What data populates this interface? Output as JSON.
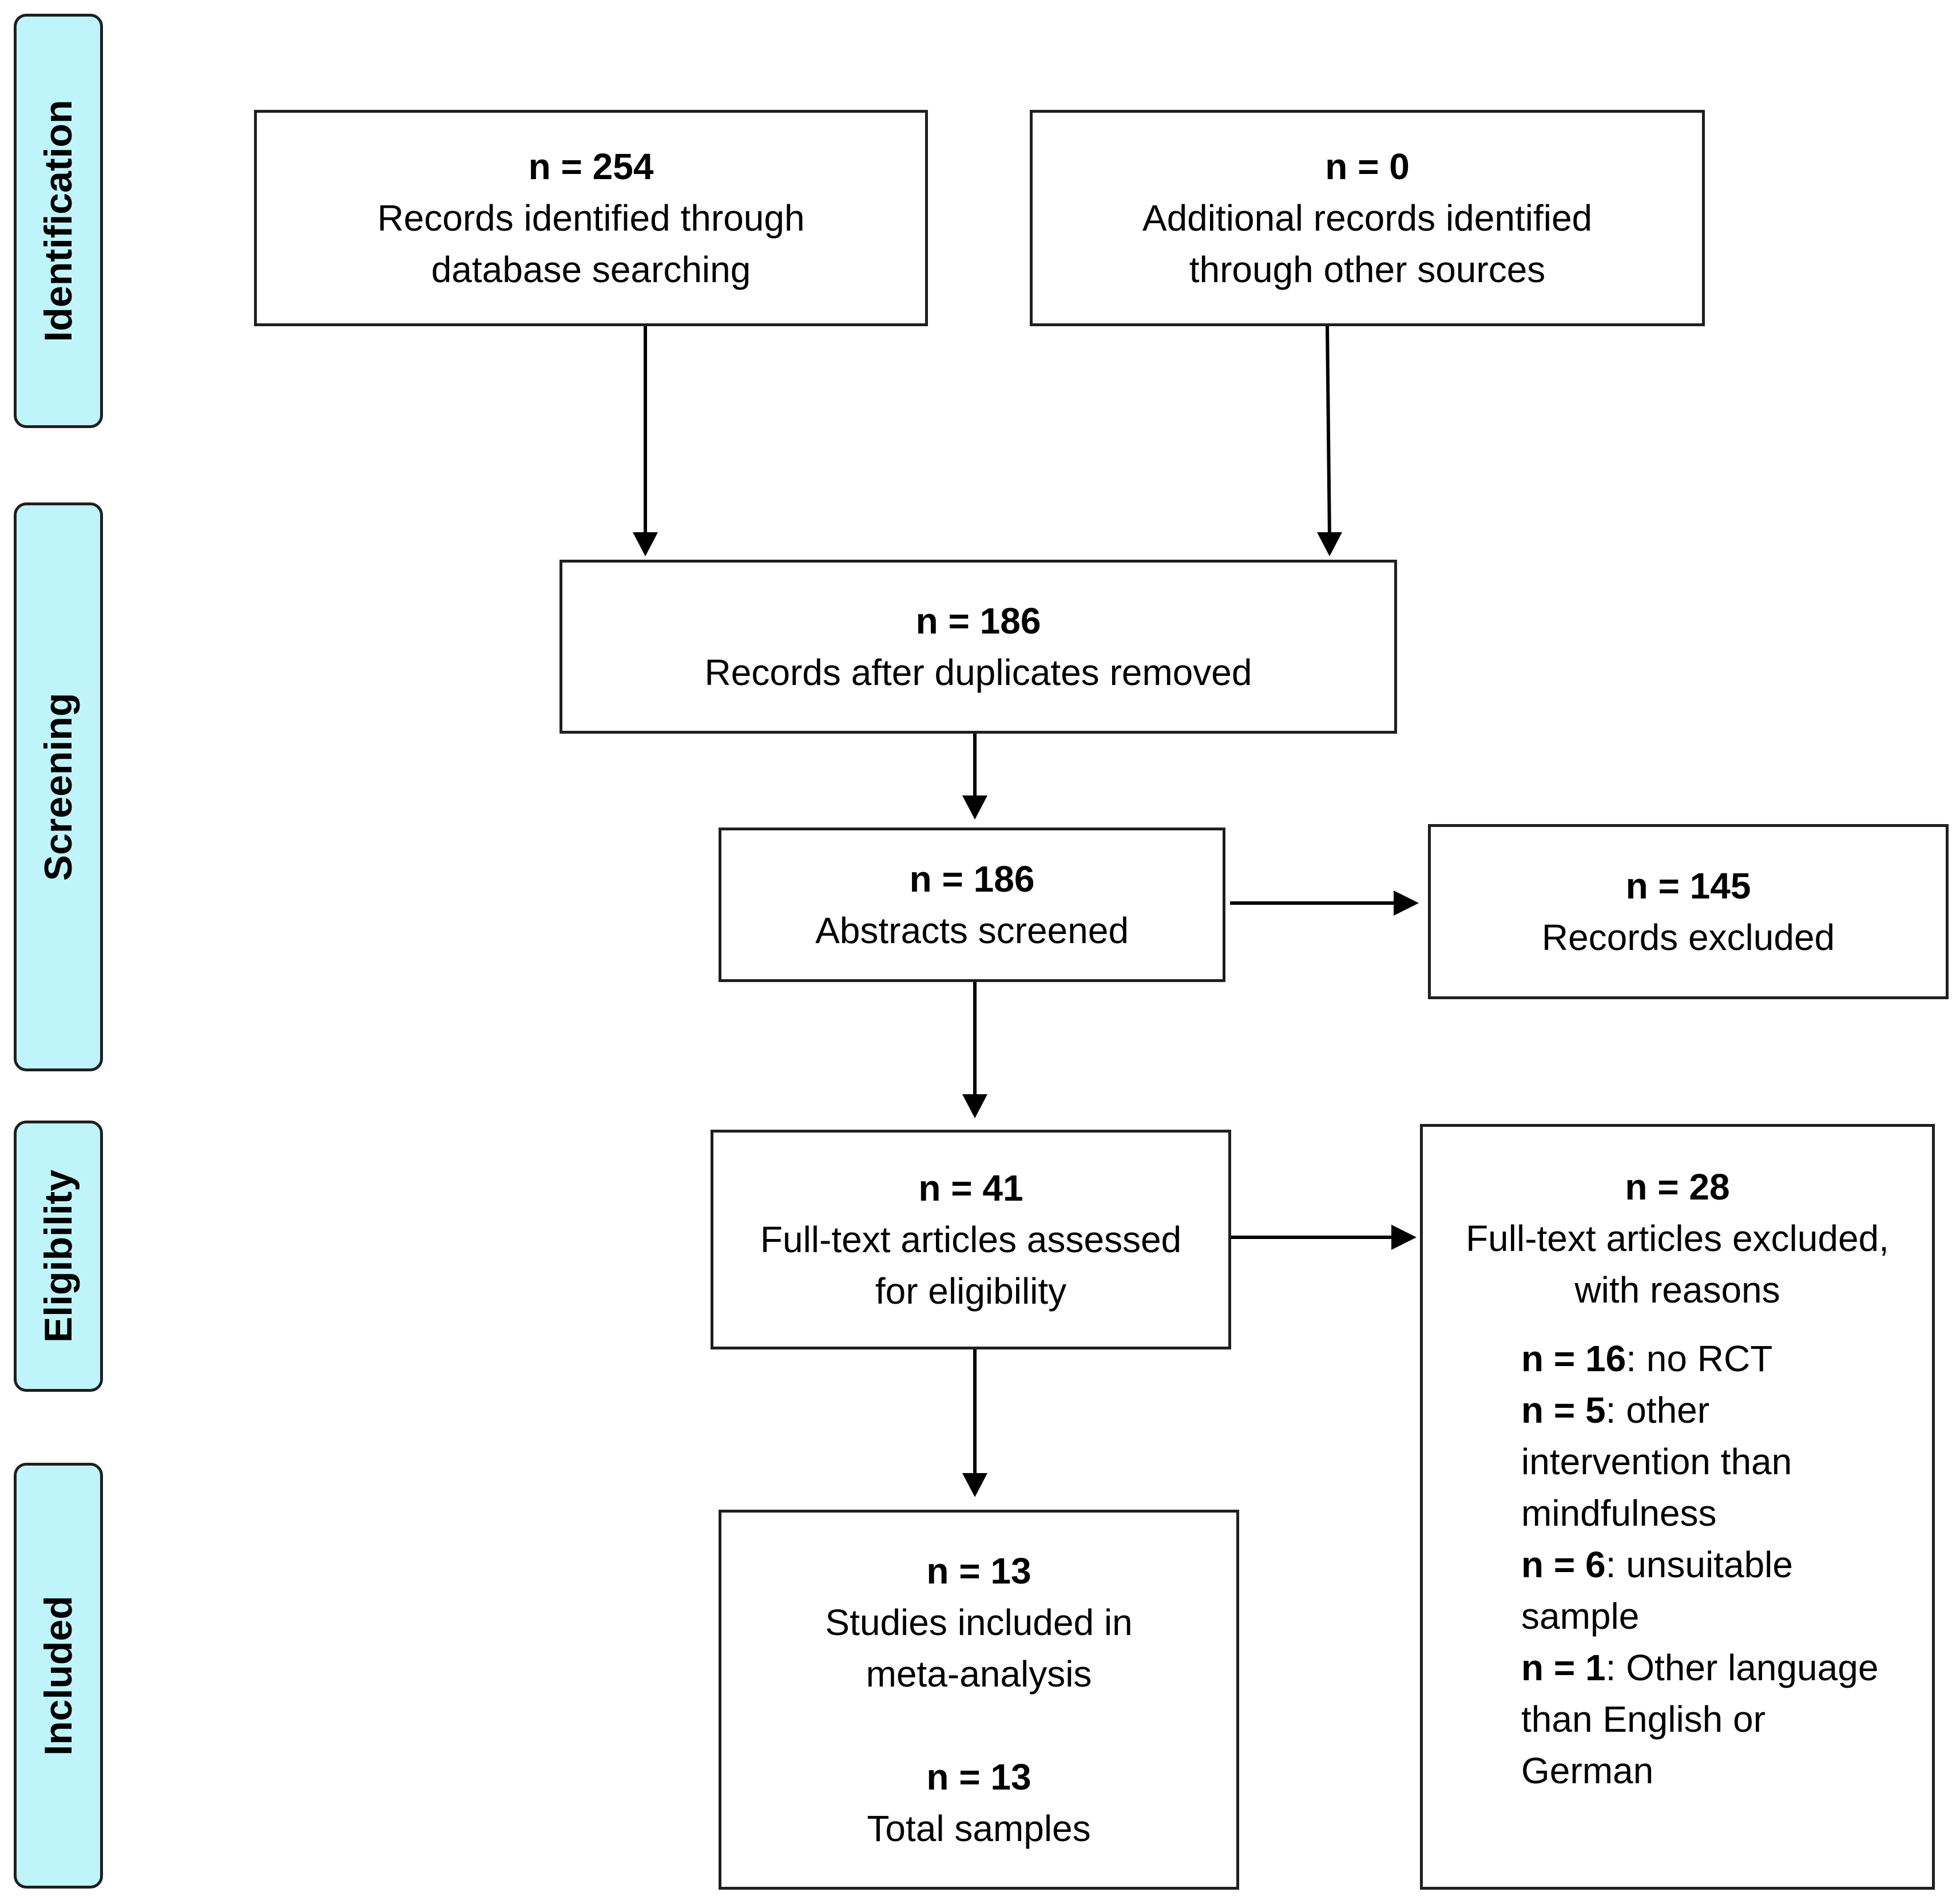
{
  "phases": {
    "identification": "Identification",
    "screening": "Screening",
    "eligibility": "Eligibility",
    "included": "Included"
  },
  "boxes": {
    "database": {
      "count": "n = 254",
      "line1": "Records identified through",
      "line2": "database searching"
    },
    "other_sources": {
      "count": "n = 0",
      "line1": "Additional records identified",
      "line2": "through other sources"
    },
    "after_duplicates": {
      "count": "n = 186",
      "line1": "Records after duplicates removed"
    },
    "abstracts": {
      "count": "n = 186",
      "line1": "Abstracts screened"
    },
    "excluded_records": {
      "count": "n = 145",
      "line1": "Records excluded"
    },
    "fulltext": {
      "count": "n = 41",
      "line1": "Full-text articles assessed",
      "line2": "for eligibility"
    },
    "fulltext_excluded": {
      "count": "n = 28",
      "line1": "Full-text articles excluded,",
      "line2": "with reasons",
      "reasons": [
        {
          "count": "n = 16",
          "text": ": no RCT"
        },
        {
          "count": "n = 5",
          "text": ": other",
          "cont": [
            "intervention than",
            "mindfulness"
          ]
        },
        {
          "count": "n = 6",
          "text": ": unsuitable",
          "cont": [
            "sample"
          ]
        },
        {
          "count": "n = 1",
          "text": ": Other language",
          "cont": [
            "than English or",
            "German"
          ]
        }
      ]
    },
    "included": {
      "count": "n = 13",
      "line1": "Studies included in",
      "line2": "meta-analysis",
      "count2": "n = 13",
      "line3": "Total samples"
    }
  }
}
